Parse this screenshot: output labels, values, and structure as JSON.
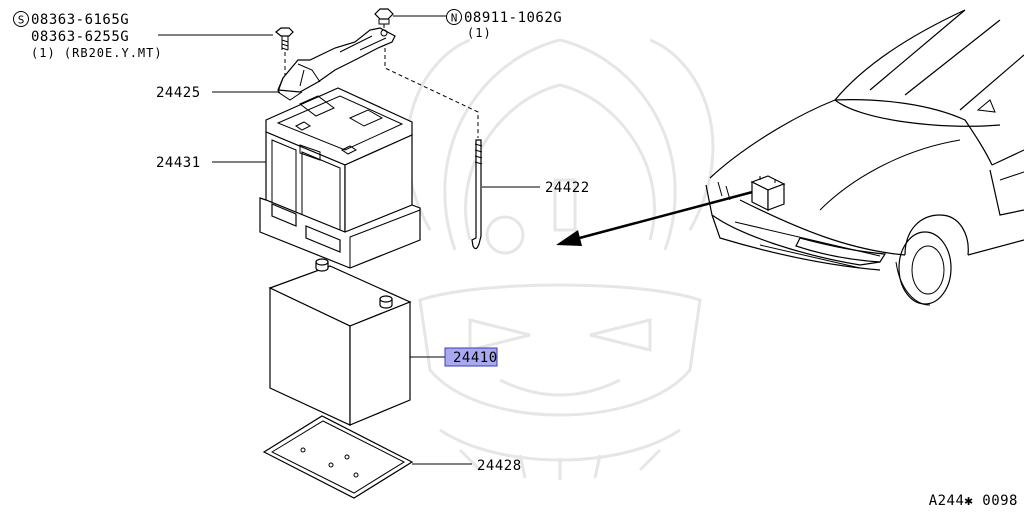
{
  "callouts": {
    "bolt_s_symbol": "S",
    "bolt_s_part_1": "08363-6165G",
    "bolt_s_part_2": "08363-6255G",
    "bolt_s_qty_note": "(1)  (RB20E.Y.MT)",
    "nut_n_symbol": "N",
    "nut_n_part": "08911-1062G",
    "nut_n_qty": "(1)",
    "frame": "24425",
    "cover": "24431",
    "rod": "24422",
    "battery": "24410",
    "tray": "24428"
  },
  "highlight": {
    "part": "24410",
    "color": "#a9a9f2"
  },
  "diagram_code": "A244✱ 0098"
}
